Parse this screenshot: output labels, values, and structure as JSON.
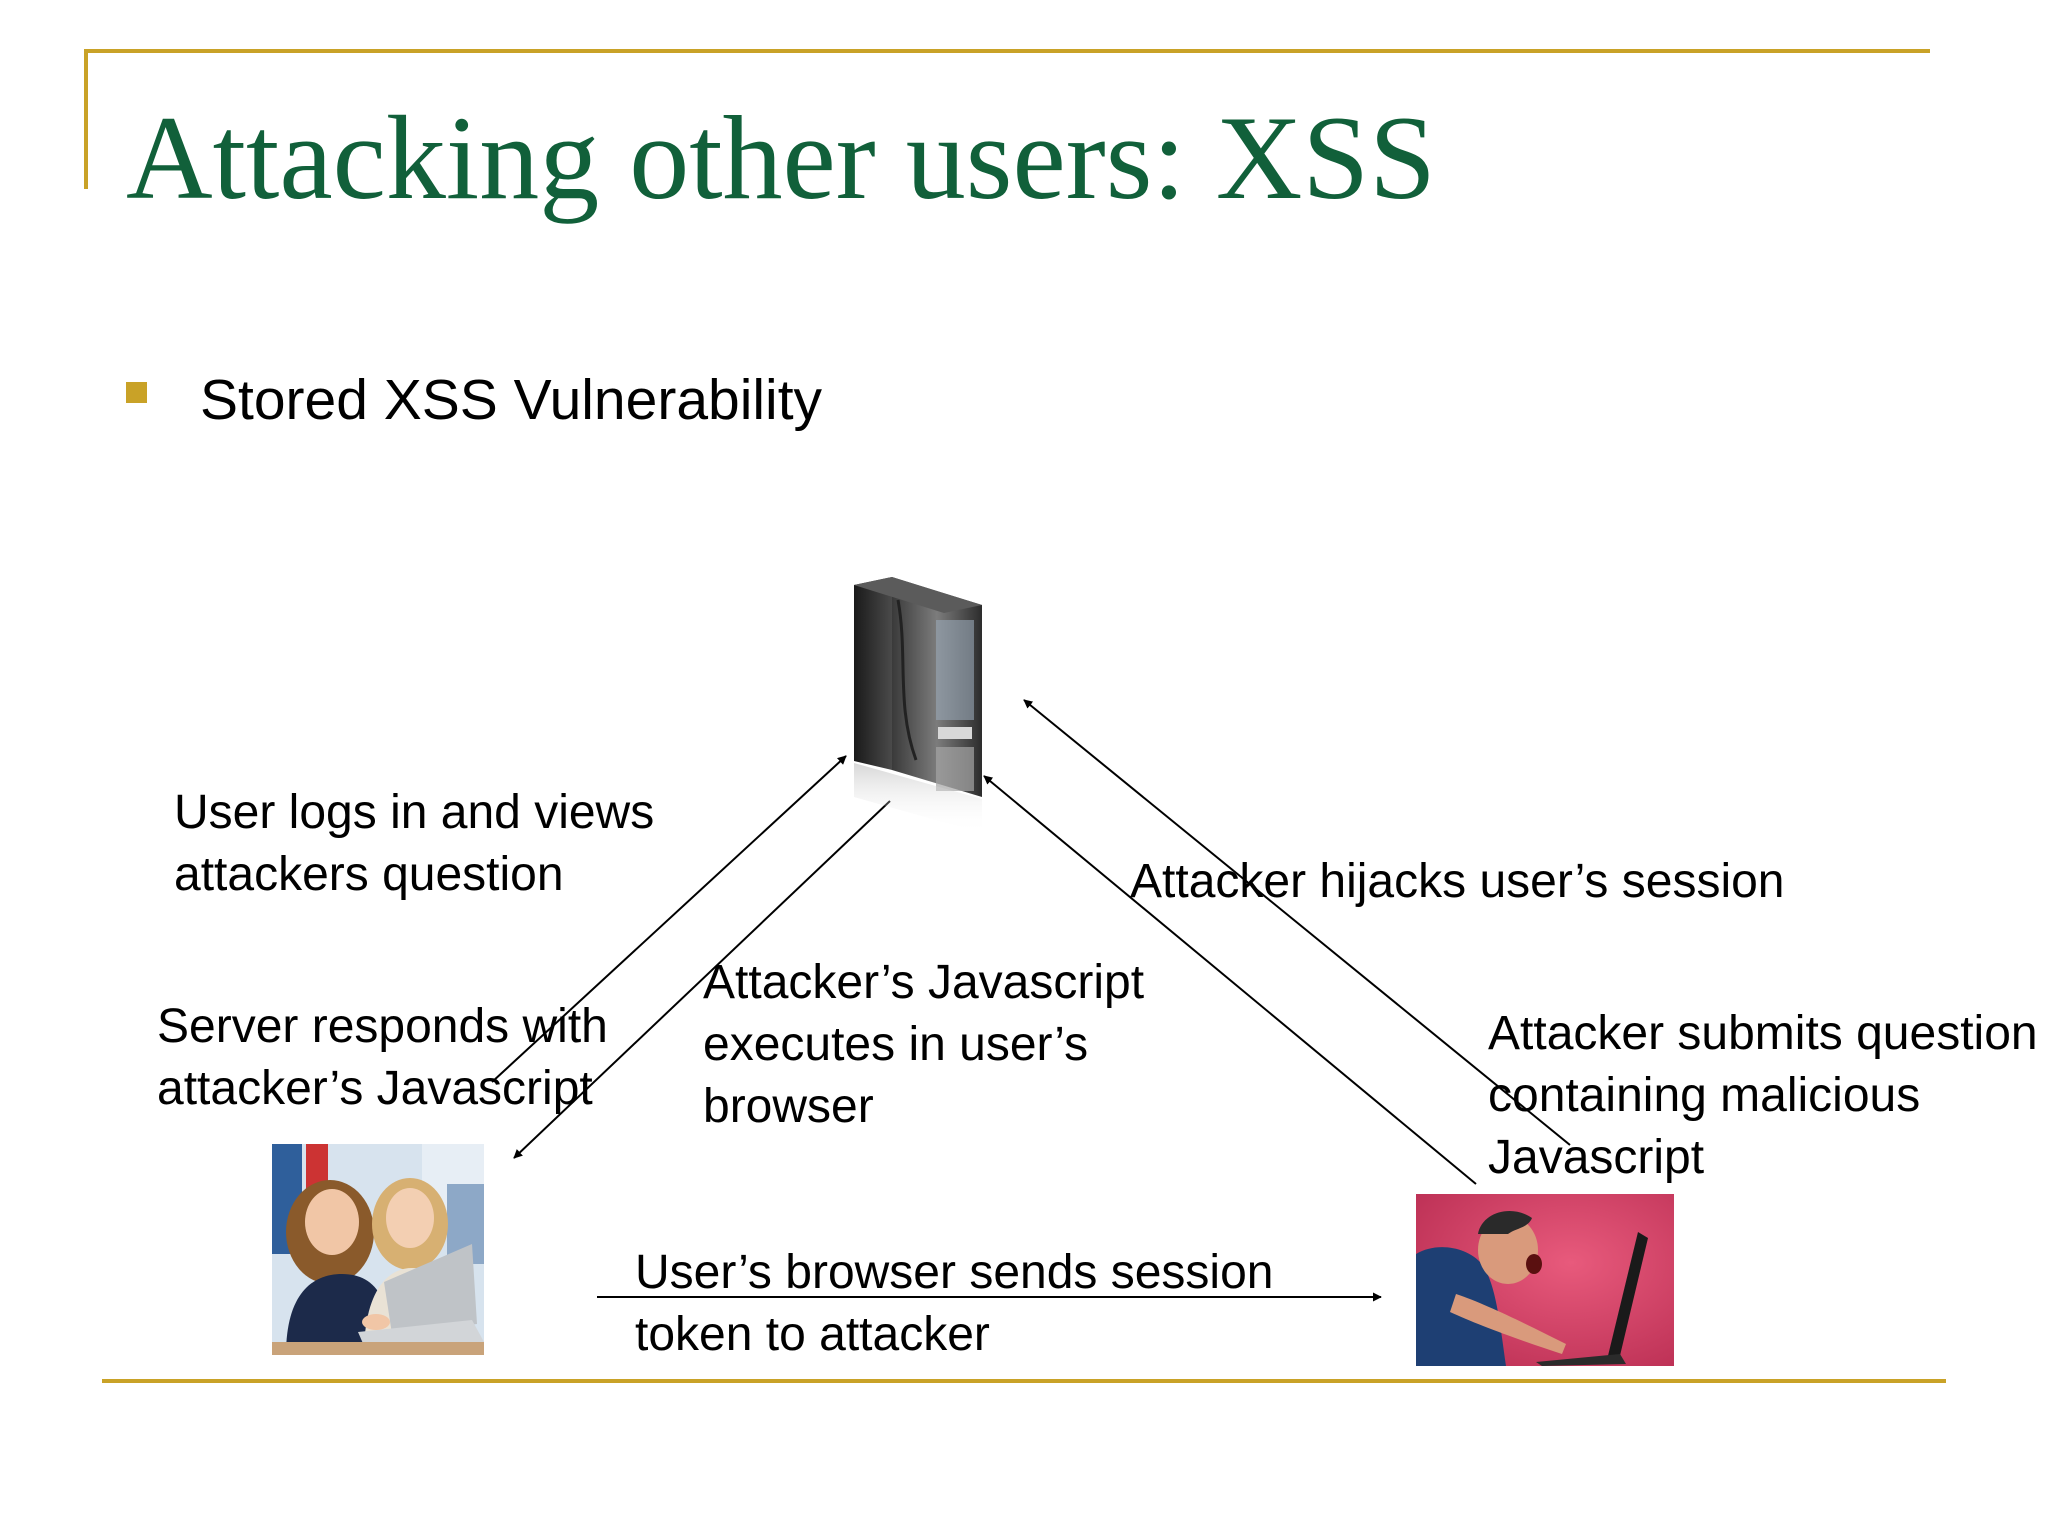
{
  "slide": {
    "title": "Attacking other users: XSS",
    "bullet": "Stored XSS Vulnerability"
  },
  "diagram": {
    "labels": {
      "user_logs_in_line1": "User logs in and views",
      "user_logs_in_line2": "attackers question",
      "attacker_hijacks": "Attacker hijacks user’s session",
      "server_responds_line1": "Server responds with",
      "server_responds_line2": "attacker’s Javascript",
      "js_executes_line1": "Attacker’s Javascript",
      "js_executes_line2": "executes in user’s",
      "js_executes_line3": "browser",
      "attacker_submits_line1": "Attacker submits question",
      "attacker_submits_line2": "containing malicious",
      "attacker_submits_line3": "Javascript",
      "browser_sends_line1": "User’s browser sends session",
      "browser_sends_line2": "token to attacker"
    },
    "nodes": [
      "server-tower-icon",
      "users-photo",
      "attacker-photo"
    ]
  },
  "colors": {
    "title": "#11603a",
    "accent_gold": "#c9a227",
    "attacker_background": "#d9456a"
  }
}
